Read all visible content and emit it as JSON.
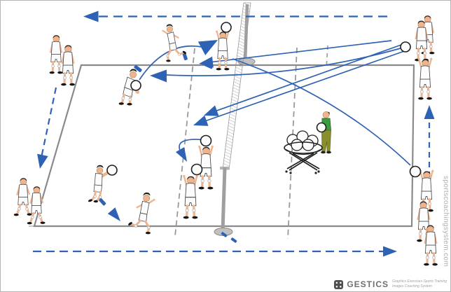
{
  "watermark": "sportscoachingsystem.com",
  "logo": {
    "brand": "GESTICS",
    "tagline_line1": "Graphics Exercises Sports Training",
    "tagline_line2": "Images Coaching System",
    "icon": "gestics-dice-icon"
  },
  "colors": {
    "arrow_blue": "#2e62b4",
    "court_line_gray": "#8a8a8a",
    "attack_line_gray": "#9a9a9a",
    "net_gray": "#a8a8a8",
    "coach_shirt_green": "#3f9b41",
    "coach_pants_olive": "#8a8f2e",
    "ball_white": "#fdfdfd",
    "watermark_gray": "#b0b0b0"
  },
  "scene": {
    "subject": "volleyball pass-and-set drill on court in perspective",
    "players_in_white_kit": 17,
    "coach": {
      "shirt": "green",
      "pants": "olive",
      "holding": "ball"
    },
    "ball_cart": {
      "balls_in_cart": 5
    },
    "loose_balls": 8,
    "arrow_legend": {
      "solid_blue_lines": "ball trajectories",
      "dashed_blue_lines": "player movement",
      "dashed_gray_lines": "attack (3 m) lines"
    }
  }
}
